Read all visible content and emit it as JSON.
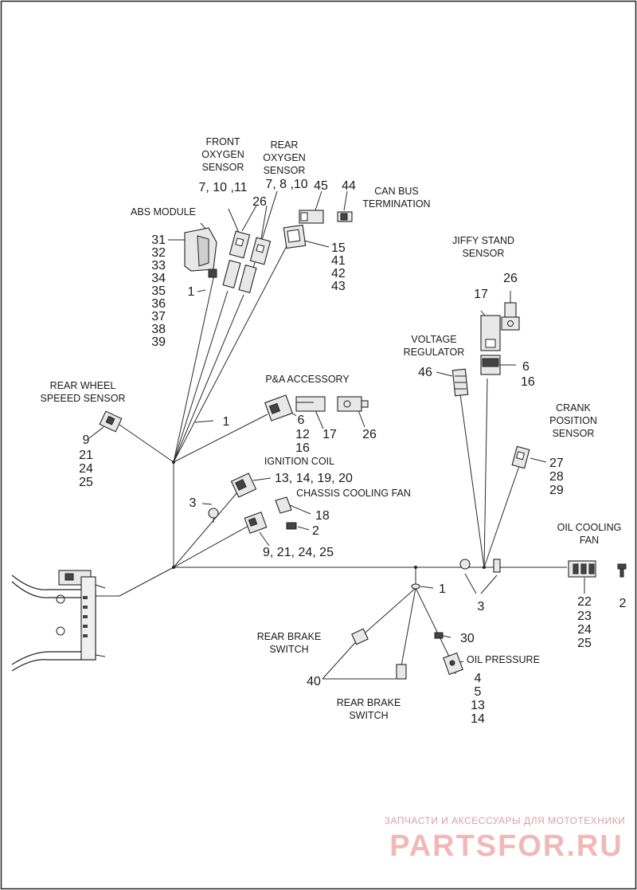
{
  "labels": {
    "front_oxygen": [
      "FRONT",
      "OXYGEN",
      "SENSOR"
    ],
    "front_oxygen_parts": "7, 10 ,11",
    "rear_oxygen": [
      "REAR",
      "OXYGEN",
      "SENSOR"
    ],
    "rear_oxygen_parts": "7, 8 ,10",
    "abs_module": "ABS MODULE",
    "can_bus": [
      "CAN BUS",
      "TERMINATION"
    ],
    "jiffy_stand": [
      "JIFFY STAND",
      "SENSOR"
    ],
    "voltage_regulator": [
      "VOLTAGE",
      "REGULATOR"
    ],
    "rear_wheel_speed": [
      "REAR WHEEL",
      "SPEEED SENSOR"
    ],
    "pa_accessory": "P&A ACCESSORY",
    "crank_position": [
      "CRANK",
      "POSITION",
      "SENSOR"
    ],
    "ignition_coil": "IGNITION COIL",
    "ignition_coil_parts": "13, 14, 19, 20",
    "chassis_cooling_fan": "CHASSIS COOLING FAN",
    "chassis_fan_parts": "9, 21, 24, 25",
    "oil_cooling_fan": [
      "OIL COOLING",
      "FAN"
    ],
    "rear_brake_switch_1": [
      "REAR BRAKE",
      "SWITCH"
    ],
    "rear_brake_switch_2": [
      "REAR BRAKE",
      "SWITCH"
    ],
    "oil_pressure": "OIL PRESSURE"
  },
  "callouts": {
    "n26_top": "26",
    "n45": "45",
    "n44": "44",
    "abs_list": [
      "31",
      "32",
      "33",
      "34",
      "35",
      "36",
      "37",
      "38",
      "39"
    ],
    "n1_abs": "1",
    "can_list": [
      "15",
      "41",
      "42",
      "43"
    ],
    "n26_jiffy": "26",
    "n17_jiffy": "17",
    "n46": "46",
    "jiffy_conn": [
      "6",
      "16"
    ],
    "rws_list": [
      "9",
      "21",
      "24",
      "25"
    ],
    "n1_mid": "1",
    "pa_list": [
      "6",
      "12",
      "16"
    ],
    "n17_pa": "17",
    "n26_pa": "26",
    "crank_list": [
      "27",
      "28",
      "29"
    ],
    "n3_left": "3",
    "n18": "18",
    "n2_fan": "2",
    "oil_fan_list": [
      "22",
      "23",
      "24",
      "25"
    ],
    "n2_right": "2",
    "n3_bottom": "3",
    "n1_bottom": "1",
    "n30": "30",
    "n40": "40",
    "oil_pressure_list": [
      "4",
      "5",
      "13",
      "14"
    ]
  },
  "watermark": {
    "line1": "ЗАПЧАСТИ И АКСЕССУАРЫ ДЛЯ МОТОТЕХНИКИ",
    "line2": "PARTSFOR.RU"
  },
  "colors": {
    "line": "#2a2a2a",
    "watermark": "#f2b8b8"
  }
}
